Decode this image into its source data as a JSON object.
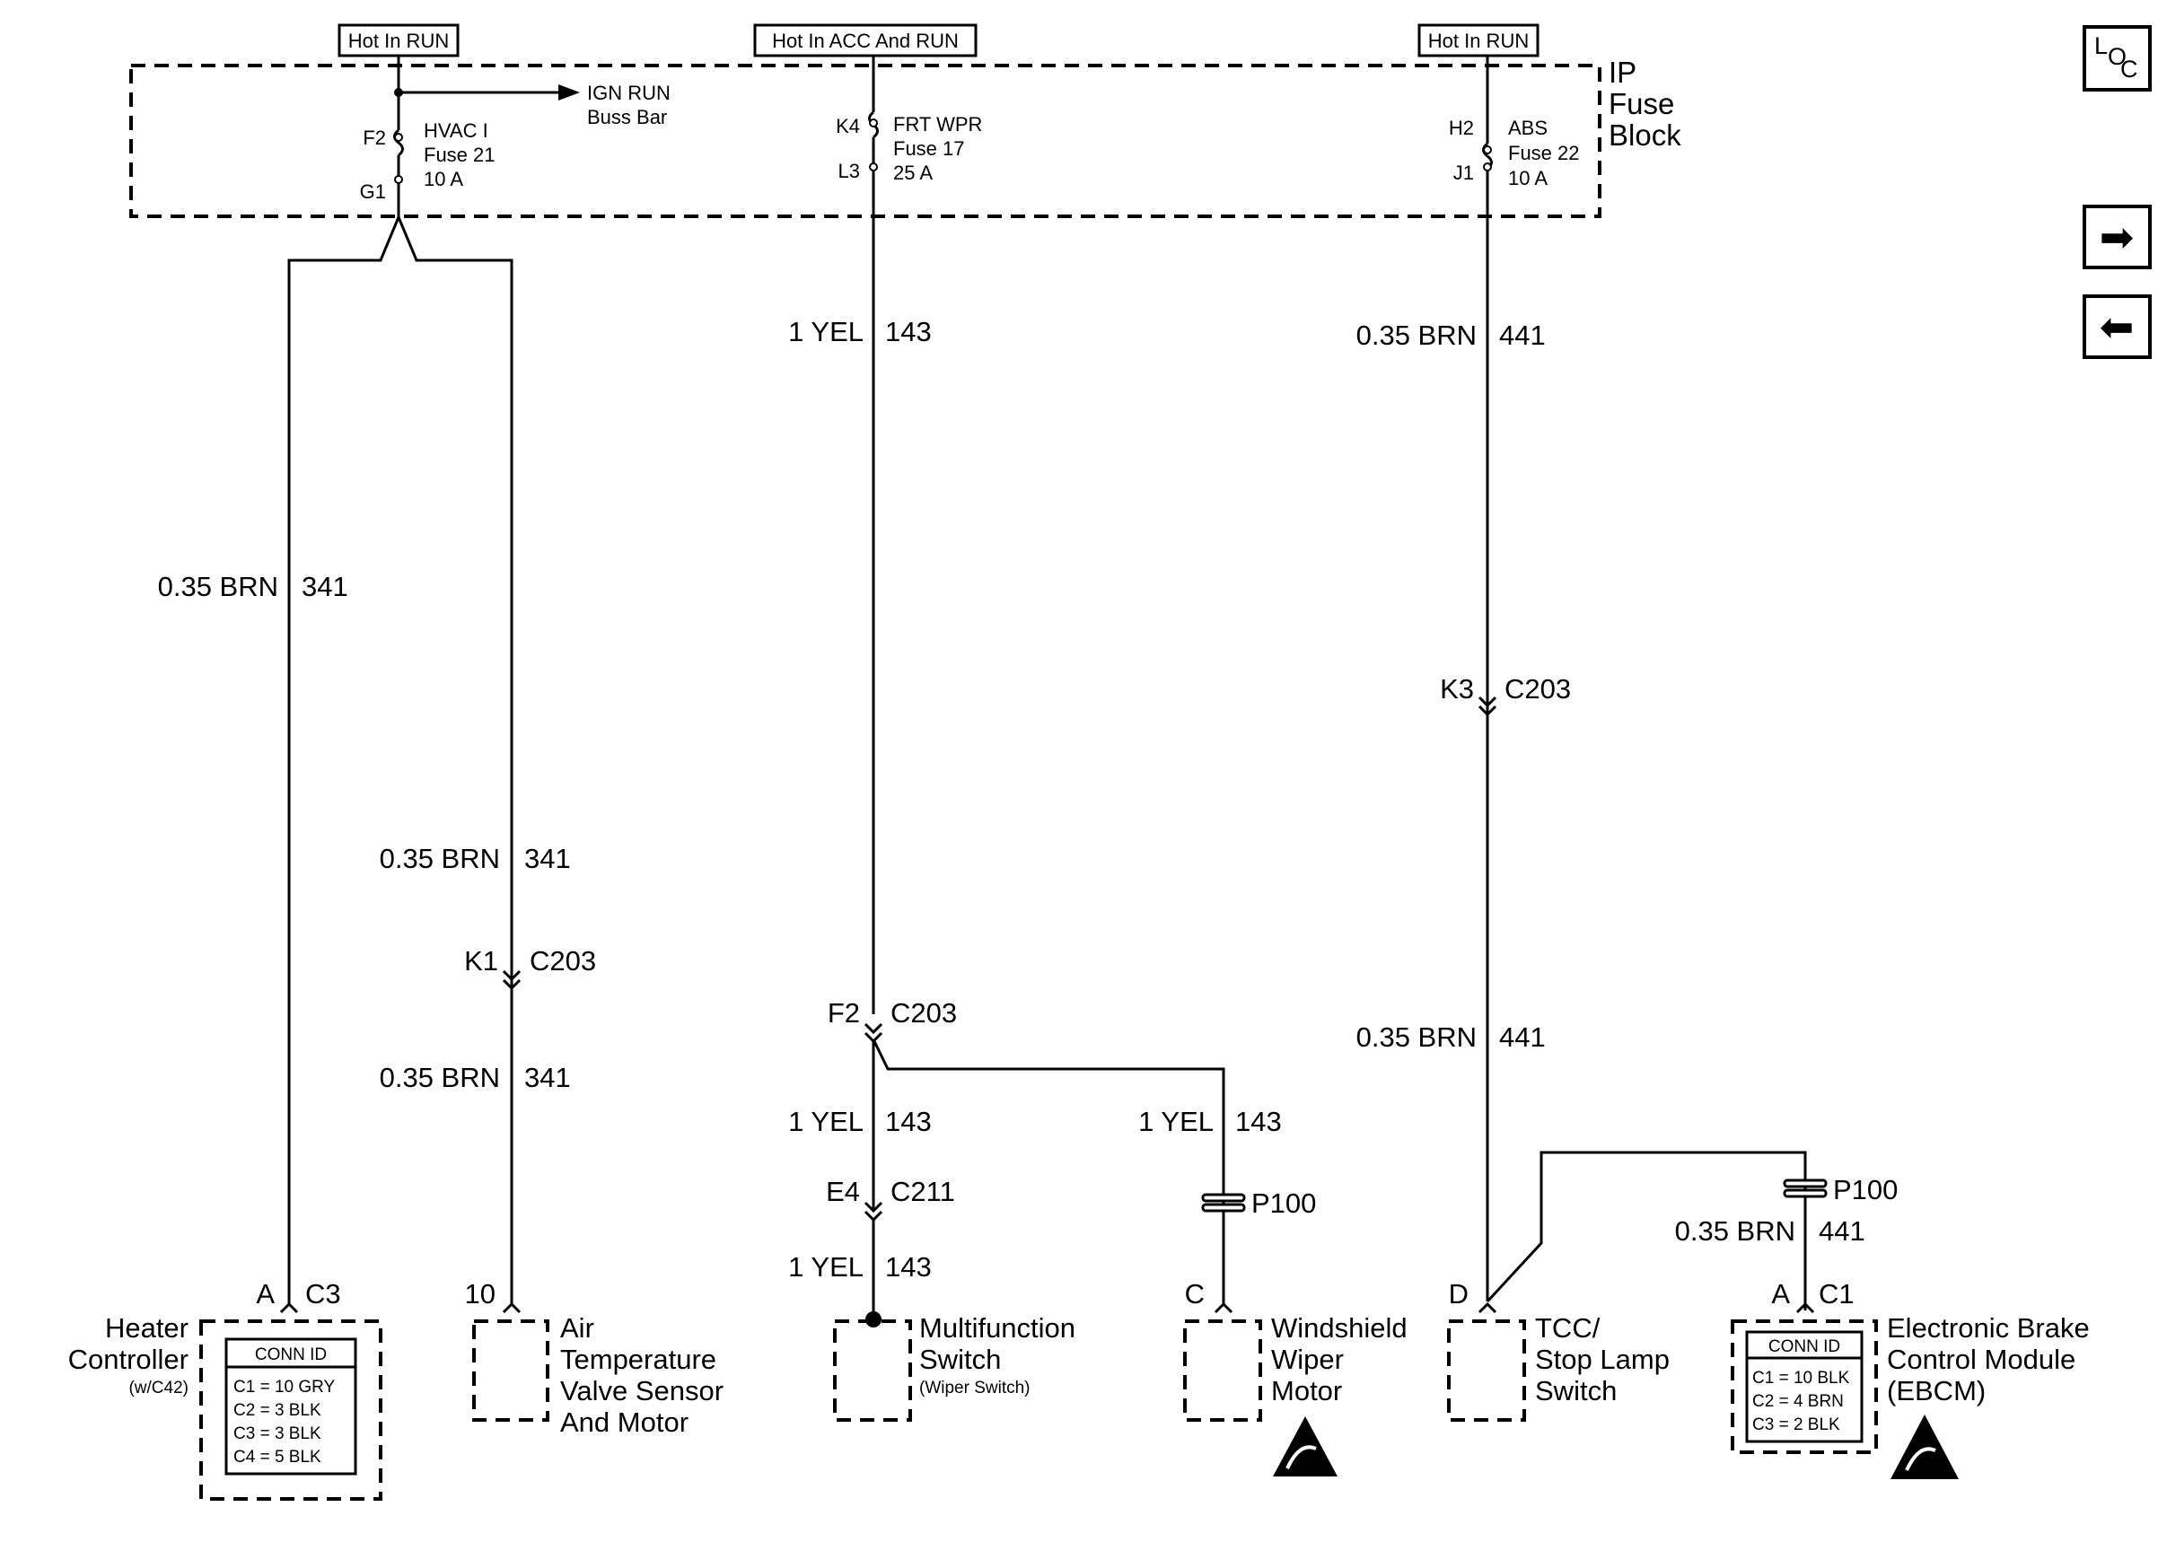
{
  "power_sources": {
    "hvac": "Hot In RUN",
    "wiper": "Hot In ACC And RUN",
    "abs": "Hot In RUN"
  },
  "fuse_block": {
    "line1": "IP",
    "line2": "Fuse",
    "line3": "Block"
  },
  "fuses": {
    "hvac": {
      "in_pin": "F2",
      "out_pin": "G1",
      "name": "HVAC I",
      "fuse": "Fuse 21",
      "rating": "10 A"
    },
    "wiper": {
      "in_pin": "K4",
      "out_pin": "L3",
      "name": "FRT WPR",
      "fuse": "Fuse 17",
      "rating": "25 A"
    },
    "abs": {
      "in_pin": "H2",
      "out_pin": "J1",
      "name": "ABS",
      "fuse": "Fuse 22",
      "rating": "10 A"
    }
  },
  "buss_bar": {
    "line1": "IGN RUN",
    "line2": "Buss Bar"
  },
  "nav": {
    "loc_l": "L",
    "loc_o": "O",
    "loc_c": "C",
    "next_glyph": "➡",
    "prev_glyph": "⬅"
  },
  "wires": {
    "w341_a": {
      "gauge_color": "0.35 BRN",
      "circuit": "341"
    },
    "w341_b": {
      "gauge_color": "0.35 BRN",
      "circuit": "341"
    },
    "w341_c": {
      "gauge_color": "0.35 BRN",
      "circuit": "341"
    },
    "w143_a": {
      "gauge_color": "1 YEL",
      "circuit": "143"
    },
    "w143_b": {
      "gauge_color": "1 YEL",
      "circuit": "143"
    },
    "w143_c": {
      "gauge_color": "1 YEL",
      "circuit": "143"
    },
    "w143_d": {
      "gauge_color": "1 YEL",
      "circuit": "143"
    },
    "w441_a": {
      "gauge_color": "0.35 BRN",
      "circuit": "441"
    },
    "w441_b": {
      "gauge_color": "0.35 BRN",
      "circuit": "441"
    },
    "w441_c": {
      "gauge_color": "0.35 BRN",
      "circuit": "441"
    }
  },
  "connectors": {
    "k1": {
      "pin": "K1",
      "id": "C203"
    },
    "f2": {
      "pin": "F2",
      "id": "C203"
    },
    "e4": {
      "pin": "E4",
      "id": "C211"
    },
    "k3": {
      "pin": "K3",
      "id": "C203"
    },
    "p100_wiper": {
      "id": "P100"
    },
    "p100_ebcm": {
      "id": "P100"
    }
  },
  "components": {
    "heater": {
      "pin": "A",
      "conn": "C3",
      "line1": "Heater",
      "line2": "Controller",
      "note": "(w/C42)",
      "conn_title": "CONN ID",
      "conn_rows": [
        "C1 = 10 GRY",
        "C2 = 3 BLK",
        "C3 = 3 BLK",
        "C4 = 5 BLK"
      ]
    },
    "air_temp": {
      "pin": "10",
      "line1": "Air",
      "line2": "Temperature",
      "line3": "Valve Sensor",
      "line4": "And Motor"
    },
    "multifunction": {
      "line1": "Multifunction",
      "line2": "Switch",
      "note": "(Wiper Switch)"
    },
    "wiper_motor": {
      "pin": "C",
      "line1": "Windshield",
      "line2": "Wiper",
      "line3": "Motor"
    },
    "tcc": {
      "pin": "D",
      "line1": "TCC/",
      "line2": "Stop Lamp",
      "line3": "Switch"
    },
    "ebcm": {
      "pin": "A",
      "conn": "C1",
      "line1": "Electronic Brake",
      "line2": "Control Module",
      "line3": "(EBCM)",
      "conn_title": "CONN ID",
      "conn_rows": [
        "C1 = 10 BLK",
        "C2 = 4 BRN",
        "C3 = 2 BLK"
      ]
    }
  }
}
